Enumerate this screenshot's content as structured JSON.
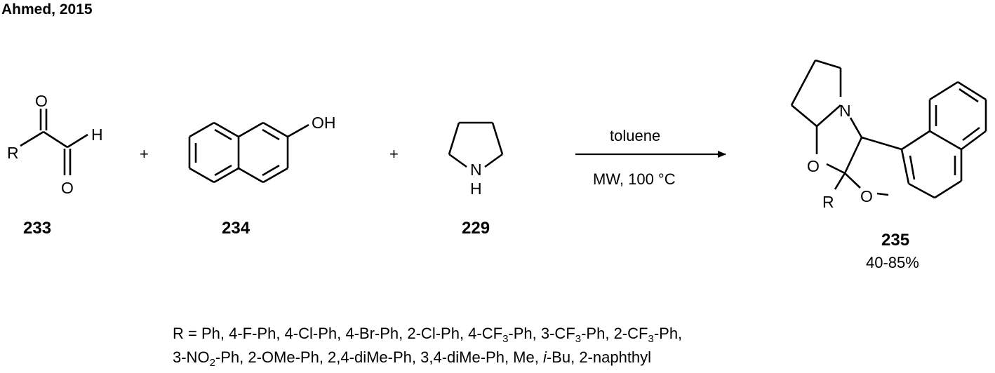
{
  "title": "Ahmed, 2015",
  "plus_sign": "+",
  "compounds": {
    "c233": {
      "label": "233",
      "atoms": {
        "R": "R",
        "O_top": "O",
        "H": "H",
        "O_bottom": "O"
      }
    },
    "c234": {
      "label": "234",
      "atoms": {
        "OH": "OH"
      }
    },
    "c229": {
      "label": "229",
      "atoms": {
        "N": "N",
        "H": "H"
      }
    },
    "c235": {
      "label": "235",
      "yield": "40-85%",
      "atoms": {
        "N": "N",
        "O1": "O",
        "O2": "O",
        "R": "R"
      }
    }
  },
  "conditions": {
    "above": "toluene",
    "below": "MW, 100 °C"
  },
  "r_groups": {
    "line1": [
      {
        "t": "R = Ph, 4-F-Ph, 4-Cl-Ph, 4-Br-Ph, 2-Cl-Ph, 4-CF"
      },
      {
        "t": "3",
        "sub": true
      },
      {
        "t": "-Ph, 3-CF"
      },
      {
        "t": "3",
        "sub": true
      },
      {
        "t": "-Ph, 2-CF"
      },
      {
        "t": "3",
        "sub": true
      },
      {
        "t": "-Ph,"
      }
    ],
    "line2": [
      {
        "t": "3-NO"
      },
      {
        "t": "2",
        "sub": true
      },
      {
        "t": "-Ph, 2-OMe-Ph, 2,4-diMe-Ph, 3,4-diMe-Ph, Me, "
      },
      {
        "t": "i",
        "italic": true
      },
      {
        "t": "-Bu, 2-naphthyl"
      }
    ]
  }
}
